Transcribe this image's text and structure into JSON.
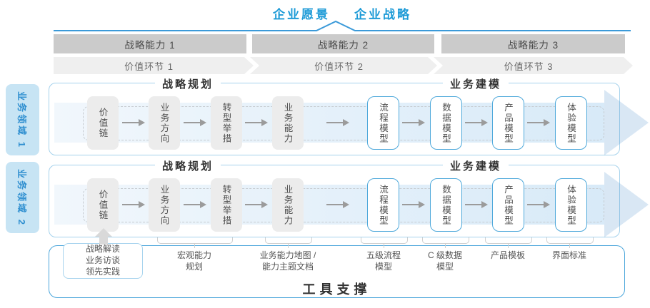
{
  "title": {
    "vision": "企业愿景",
    "strategy": "企业战略"
  },
  "capability_bars": [
    "战略能力 1",
    "战略能力 2",
    "战略能力 3"
  ],
  "value_chain_bars": [
    "价值环节 1",
    "价值环节 2",
    "价值环节 3"
  ],
  "domains": [
    "业务领域 1",
    "业务领域 2"
  ],
  "row_sections": [
    {
      "title": "战略规划",
      "style": "gray",
      "boxes": [
        "价值链",
        "业务方向",
        "转型举措",
        "业务能力"
      ]
    },
    {
      "title": "业务建模",
      "style": "blue",
      "boxes": [
        "流程模型",
        "数据模型",
        "产品模型",
        "体验模型"
      ]
    }
  ],
  "practice_box": {
    "lines": [
      "战略解读",
      "业务访谈",
      "领先实践"
    ]
  },
  "deliverables": [
    {
      "lines": [
        "宏观能力",
        "规划"
      ]
    },
    {
      "lines": [
        "业务能力地图 /",
        "能力主题文档"
      ]
    },
    {
      "lines": [
        "五级流程",
        "模型"
      ]
    },
    {
      "lines": [
        "C 级数据",
        "模型"
      ]
    },
    {
      "lines": [
        "产品模板"
      ]
    },
    {
      "lines": [
        "界面标准"
      ]
    }
  ],
  "footer": {
    "label": "工具支撑"
  },
  "colors": {
    "accent_blue": "#1E9BD7",
    "line_blue": "#3B9AD9",
    "bar_gray": "#CBCBCB",
    "chevron_gray": "#EFEFEF",
    "domain_fill": "#C7E4F4",
    "domain_text": "#2F8FD0",
    "row_border": "#A5D2EC",
    "tool_border": "#4BA6DB",
    "blue_box_border": "#4FA9DB",
    "gray_box_fill": "#ECECEC",
    "band_fill": "#D8EAF8"
  }
}
